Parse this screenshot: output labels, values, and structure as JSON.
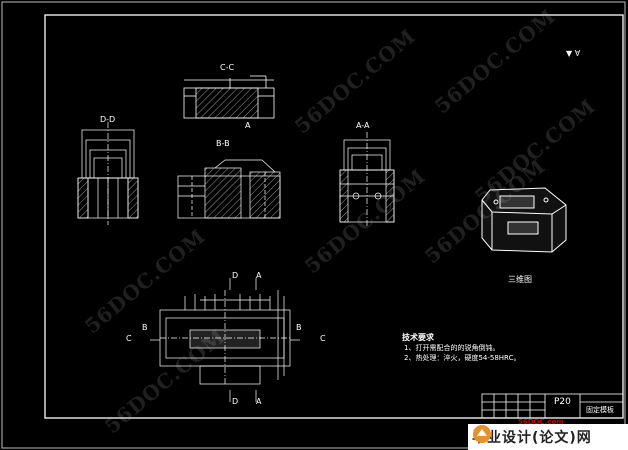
{
  "drawing": {
    "sections": {
      "cc": "C-C",
      "dd": "D-D",
      "bb": "B-B",
      "aa": "A-A",
      "view_3d": "三维图"
    },
    "markers": {
      "c": "C",
      "b": "B",
      "d": "D",
      "a": "A",
      "a_small": "A",
      "c_small": "C"
    },
    "roughness_symbol": "▼ ∀",
    "tech_notes": {
      "heading": "技术要求",
      "item1": "1、打开需配合的的锐角倒钝。",
      "item2": "2、热处理：淬火，硬度54-58HRC。"
    },
    "title_block": {
      "code": "P20",
      "name": "固定模板"
    }
  },
  "watermark": {
    "text": "56DOC.COM"
  },
  "brand": {
    "small": "56DOC.com",
    "text": "毕业设计(论文)网"
  }
}
